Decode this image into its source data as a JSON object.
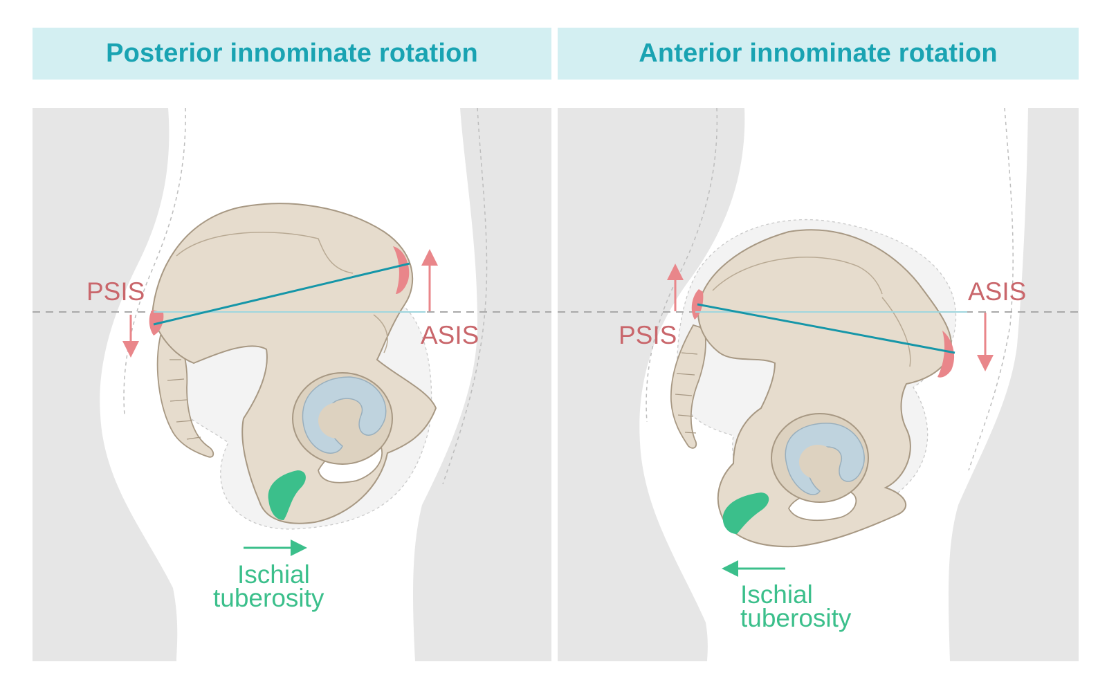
{
  "panels": [
    {
      "title": "Posterior innominate rotation",
      "psis_label": "PSIS",
      "asis_label": "ASIS",
      "ischial_label_line1": "Ischial",
      "ischial_label_line2": "tuberosity"
    },
    {
      "title": "Anterior innominate rotation",
      "psis_label": "PSIS",
      "asis_label": "ASIS",
      "ischial_label_line1": "Ischial",
      "ischial_label_line2": "tuberosity"
    }
  ],
  "colors": {
    "header_bg": "#d3eff2",
    "header_text": "#19a3b2",
    "landmark_red": "#c9666b",
    "ischial_green": "#3bbf8b",
    "axis_line_blue": "#1596a8",
    "bone_fill": "#e6dccd",
    "socket_blue": "#bfd3de",
    "body_grey": "#e6e6e6"
  }
}
